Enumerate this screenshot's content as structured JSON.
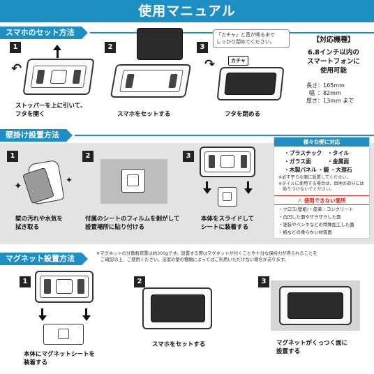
{
  "banner": {
    "title": "使用マニュアル"
  },
  "section1": {
    "title": "スマホのセット方法",
    "steps": [
      {
        "num": "1",
        "caption_l1": "ストッパーを上に引いて、",
        "caption_l2": "フタを開く"
      },
      {
        "num": "2",
        "caption_l1": "スマホをセットする",
        "caption_l2": ""
      },
      {
        "num": "3",
        "caption_l1": "フタを閉める",
        "caption_l2": ""
      }
    ],
    "bubble_l1": "「カチャ」と音が鳴るまで",
    "bubble_l2": "しっかり閉めてください。",
    "click_badge": "カチャ"
  },
  "specs": {
    "title": "【対応機種】",
    "main_l1": "6.8インチ以内の",
    "main_l2": "スマートフォンに",
    "main_l3": "使用可能",
    "dims": [
      {
        "label": "長さ",
        "value": "165mm"
      },
      {
        "label": "幅",
        "value": "82mm"
      },
      {
        "label": "厚さ",
        "value": "13mm まで"
      }
    ]
  },
  "section2": {
    "title": "壁掛け設置方法",
    "steps": [
      {
        "num": "1",
        "caption_l1": "壁の汚れや水気を",
        "caption_l2": "拭き取る"
      },
      {
        "num": "2",
        "caption_l1": "付属のシートのフィルムを剥がして",
        "caption_l2": "設置場所に貼り付ける"
      },
      {
        "num": "3",
        "caption_l1": "本体をスライドして",
        "caption_l2": "シートに装着する"
      }
    ]
  },
  "wall": {
    "title": "様々な壁に対応",
    "ok_items": [
      "・プラスチック",
      "・タイル",
      "・ガラス面",
      "・金属面",
      "・木製パネル",
      "・鏡",
      "・大理石"
    ],
    "note_l1": "※必ず平らな面に設置してください。",
    "note_l2": "※タイルに使用する場合は、目地の部分には",
    "note_l3": "　貼りつけないでください。",
    "ng_title": "使用できない箇所",
    "ng_items": [
      "・クロス(壁紙)・皮革・コンクリート",
      "・凸凹した面やザラザラした面",
      "・塗装やペンキなどの特殊加工した面",
      "・紙などの柔らかい材質面"
    ]
  },
  "section3": {
    "title": "マグネット設置方法",
    "note_l1": "※マグネットの分散耐荷重は約300gです。設置する際はマグネットが付くことや十分な保持力が得られることを",
    "note_l2": "　ご確認の上、ご使用ください。浴室の壁の種類によってはご利用いただけない場合があります。",
    "steps": [
      {
        "num": "1",
        "caption_l1": "本体にマグネットシートを",
        "caption_l2": "装着する"
      },
      {
        "num": "2",
        "caption_l1": "スマホをセットする",
        "caption_l2": ""
      },
      {
        "num": "3",
        "caption_l1": "マグネットがくっつく面に",
        "caption_l2": "設置する"
      }
    ]
  }
}
